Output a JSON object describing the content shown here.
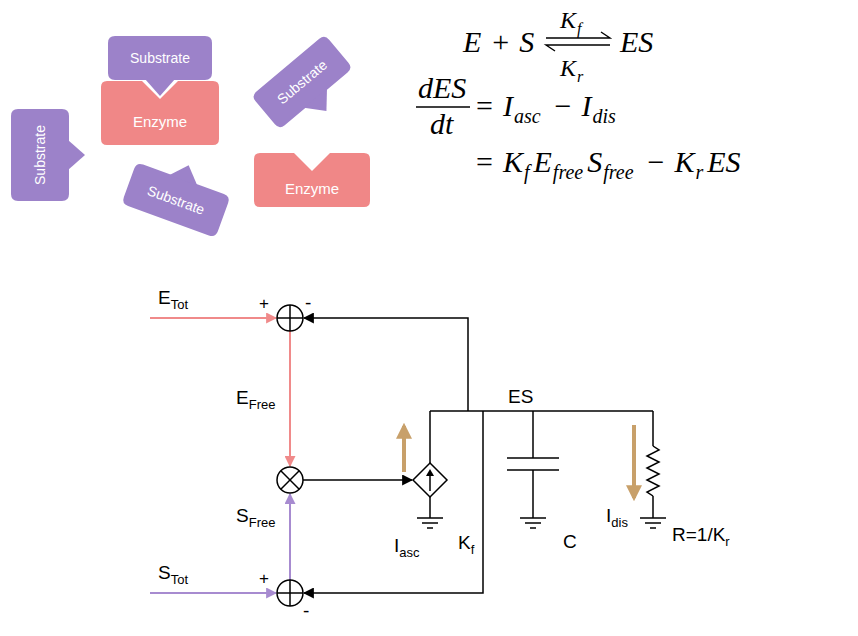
{
  "diagram": {
    "nodes": [
      {
        "text": [
          "Substrate"
        ]
      },
      {
        "text": [
          "Substrate"
        ]
      },
      {
        "text": [
          "Enzyme"
        ]
      },
      {
        "text": [
          "Substrate"
        ]
      },
      {
        "text": [
          "Enzyme"
        ]
      },
      {
        "text": [
          "Substrate"
        ]
      }
    ],
    "labels": [
      "E",
      "+",
      "S",
      "K",
      "f",
      "K",
      "r",
      "ES",
      "dES",
      "dt",
      "=",
      "I",
      "asc",
      "−",
      "I",
      "dis",
      "=",
      "K",
      "f",
      "E",
      "free",
      "S",
      "free",
      "−",
      "K",
      "r",
      "ES",
      "E",
      "Tot",
      "+",
      "-",
      "ES",
      "E",
      "Free",
      "I",
      "asc",
      "K",
      "f",
      "C",
      "I",
      "dis",
      "R=1/K",
      "r",
      "S",
      "Free",
      "S",
      "Tot",
      "+",
      "-"
    ]
  }
}
